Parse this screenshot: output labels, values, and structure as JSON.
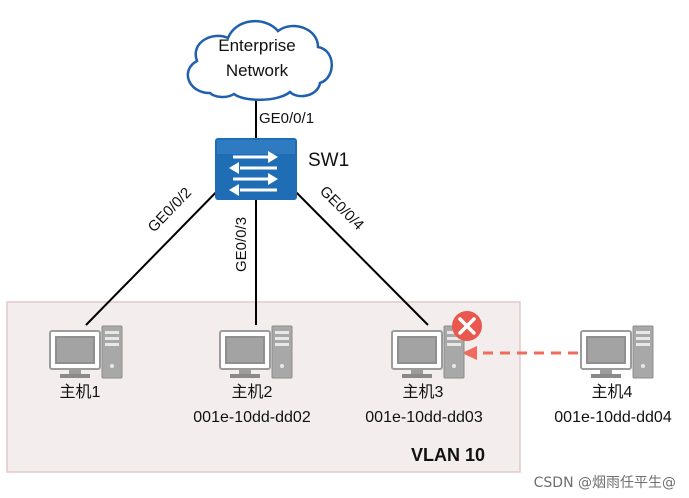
{
  "cloud": {
    "line1": "Enterprise",
    "line2": "Network"
  },
  "switch": {
    "name": "SW1"
  },
  "ports": {
    "uplink": "GE0/0/1",
    "host1": "GE0/0/2",
    "host2": "GE0/0/3",
    "host3": "GE0/0/4"
  },
  "hosts": [
    {
      "name": "主机1",
      "mac": ""
    },
    {
      "name": "主机2",
      "mac": "001e-10dd-dd02"
    },
    {
      "name": "主机3",
      "mac": "001e-10dd-dd03"
    },
    {
      "name": "主机4",
      "mac": "001e-10dd-dd04"
    }
  ],
  "vlan": {
    "label": "VLAN 10"
  },
  "watermark": "CSDN @烟雨任平生@",
  "colors": {
    "switch_fill": "#1f6db5",
    "vlan_fill": "#f3eded",
    "vlan_border": "#e2c9c9",
    "blocked_red": "#e9574e",
    "dashed_link": "#ee6b5e",
    "pc_gray": "#a3a3a3"
  },
  "icons": {
    "blocked": "x-circle-icon",
    "switch": "switch-arrows-icon",
    "cloud": "cloud-icon",
    "pc": "computer-icon"
  }
}
